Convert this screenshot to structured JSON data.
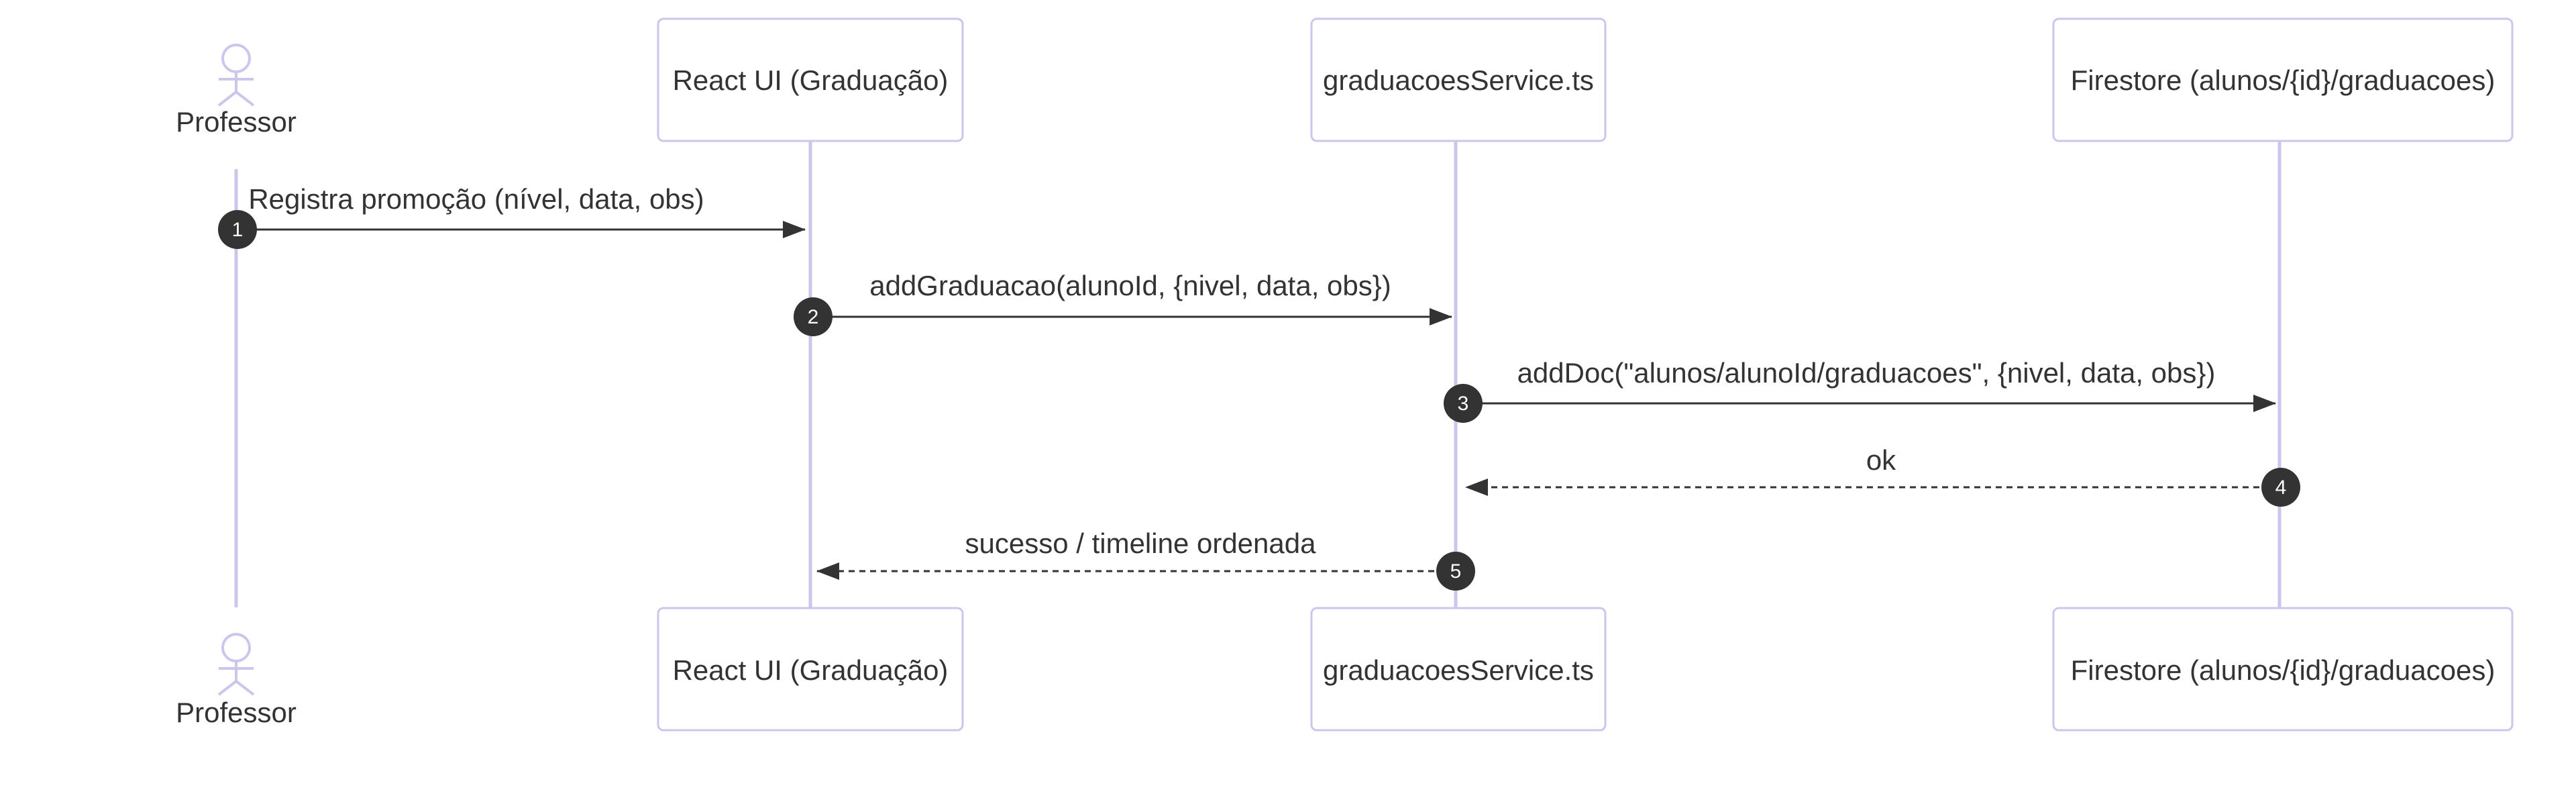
{
  "participants": [
    {
      "id": "professor",
      "kind": "actor",
      "label": "Professor"
    },
    {
      "id": "react-ui",
      "kind": "box",
      "label": "React UI (Graduação)"
    },
    {
      "id": "service",
      "kind": "box",
      "label": "graduacoesService.ts"
    },
    {
      "id": "firestore",
      "kind": "box",
      "label": "Firestore (alunos/{id}/graduacoes)"
    }
  ],
  "messages": [
    {
      "number": "1",
      "from": "professor",
      "to": "react-ui",
      "label": "Registra promoção (nível, data, obs)",
      "style": "solid"
    },
    {
      "number": "2",
      "from": "react-ui",
      "to": "service",
      "label": "addGraduacao(alunoId, {nivel, data, obs})",
      "style": "solid"
    },
    {
      "number": "3",
      "from": "service",
      "to": "firestore",
      "label": "addDoc(\"alunos/alunoId/graduacoes\", {nivel, data, obs})",
      "style": "solid"
    },
    {
      "number": "4",
      "from": "firestore",
      "to": "service",
      "label": "ok",
      "style": "dashed"
    },
    {
      "number": "5",
      "from": "service",
      "to": "react-ui",
      "label": "sucesso / timeline ordenada",
      "style": "dashed"
    }
  ],
  "colors": {
    "line": "#cbc6ec",
    "arrow": "#333333",
    "text": "#333333"
  }
}
